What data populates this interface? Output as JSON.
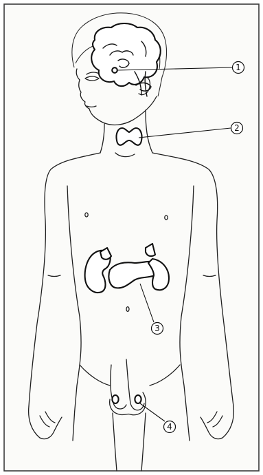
{
  "figure": {
    "labels": [
      {
        "id": "1",
        "text": "1"
      },
      {
        "id": "2",
        "text": "2"
      },
      {
        "id": "3",
        "text": "3"
      },
      {
        "id": "4",
        "text": "4"
      }
    ]
  }
}
